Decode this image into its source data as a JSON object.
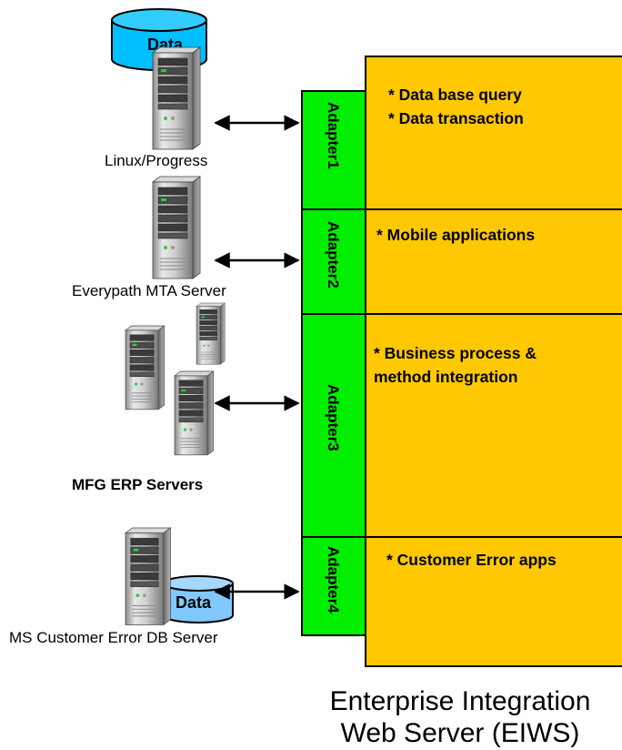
{
  "servers": [
    {
      "label": "Linux/Progress",
      "db_label": "Data"
    },
    {
      "label": "Everypath MTA Server"
    },
    {
      "label": "MFG ERP Servers"
    },
    {
      "label": "MS Customer Error DB Server",
      "db_label": "Data"
    }
  ],
  "adapters": [
    {
      "label": "Adapter1",
      "lines": [
        "* Data base query",
        "* Data transaction"
      ]
    },
    {
      "label": "Adapter2",
      "lines": [
        "* Mobile applications"
      ]
    },
    {
      "label": "Adapter3",
      "lines": [
        "* Business process &",
        "method integration"
      ]
    },
    {
      "label": "Adapter4",
      "lines": [
        "* Customer Error apps"
      ]
    }
  ],
  "eiws": {
    "title_line1": "Enterprise Integration",
    "title_line2": "Web Server (EIWS)"
  },
  "colors": {
    "panel": "#FFC800",
    "adapter": "#00EE00",
    "db_top": "#00BFFF",
    "db_bottom": "#80C8FF"
  }
}
